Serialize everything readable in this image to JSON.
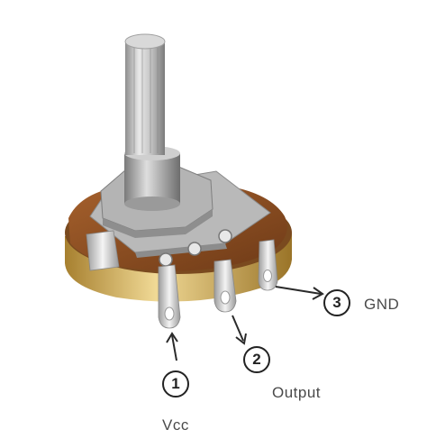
{
  "diagram": {
    "subject": "rotary-potentiometer",
    "pins": [
      {
        "number": "1",
        "label": "Vcc"
      },
      {
        "number": "2",
        "label": "Output"
      },
      {
        "number": "3",
        "label": "GND"
      }
    ],
    "colors": {
      "metal": "#c9c9c9",
      "bakelite": "#8a4a1f",
      "body_gold": "#c9a24a",
      "arrow": "#2a2a2a"
    }
  }
}
